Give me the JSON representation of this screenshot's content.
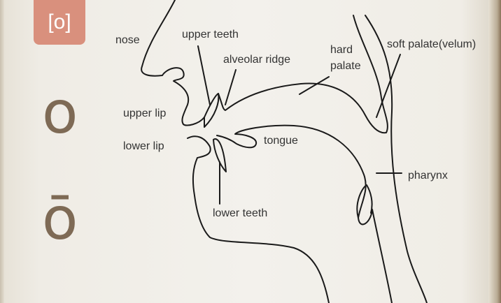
{
  "badge": "[o]",
  "letters": {
    "short": "o",
    "long": "ō"
  },
  "labels": {
    "nose": "nose",
    "upper_teeth": "upper teeth",
    "alveolar_ridge": "alveolar ridge",
    "hard_palate_1": "hard",
    "hard_palate_2": "palate",
    "soft_palate": "soft palate(velum)",
    "upper_lip": "upper lip",
    "lower_lip": "lower lip",
    "tongue": "tongue",
    "pharynx": "pharynx",
    "lower_teeth": "lower teeth"
  },
  "colors": {
    "badge": "#d9907d",
    "letter": "#7e6a55",
    "line": "#1a1a1a"
  }
}
